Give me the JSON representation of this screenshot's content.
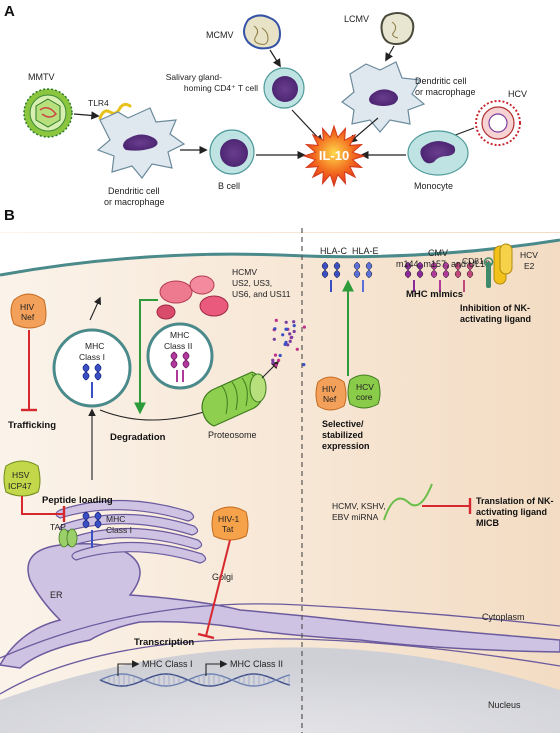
{
  "panel_a": {
    "label": "A",
    "viruses": {
      "mmtv": "MMTV",
      "mcmv": "MCMV",
      "lcmv": "LCMV",
      "hcv": "HCV"
    },
    "tlr4": "TLR4",
    "cells": {
      "dc_left_1": "Dendritic cell",
      "dc_left_2": "or macrophage",
      "b_cell": "B cell",
      "salivary_1": "Salivary gland-",
      "salivary_2": "homing CD4⁺ T cell",
      "dc_right_1": "Dendritic cell",
      "dc_right_2": "or macrophage",
      "monocyte": "Monocyte"
    },
    "center": "IL-10"
  },
  "panel_b": {
    "label": "B",
    "hiv_nef_left": [
      "HIV",
      "Nef"
    ],
    "trafficking": "Trafficking",
    "mhc_class_i_vesicle": [
      "MHC",
      "Class I"
    ],
    "hcmv": [
      "HCMV",
      "US2, US3,",
      "US6, and US11"
    ],
    "mhc_class_ii_vesicle": [
      "MHC",
      "Class II"
    ],
    "degradation": "Degradation",
    "proteosome": "Proteosome",
    "golgi": "Golgi",
    "hsv": [
      "HSV",
      "ICP47"
    ],
    "peptide_loading": "Peptide loading",
    "tap": "TAP",
    "mhc_class_i_er": [
      "MHC",
      "Class I"
    ],
    "er": "ER",
    "hiv1_tat": [
      "HIV-1",
      "Tat"
    ],
    "transcription": "Transcription",
    "gene_1": "MHC Class I",
    "gene_2": "MHC Class II",
    "nucleus": "Nucleus",
    "cytoplasm": "Cytoplasm",
    "hla_c": "HLA-C",
    "hla_e": "HLA-E",
    "cmv": [
      "CMV",
      "m144, m157, and UL18"
    ],
    "mhc_mimics": "MHC mimics",
    "cd81": "CD81",
    "hcv_e2": [
      "HCV",
      "E2"
    ],
    "inhibition": [
      "Inhibition of NK-",
      "activating ligand"
    ],
    "hiv_nef_right": [
      "HIV",
      "Nef"
    ],
    "hcv_core": [
      "HCV",
      "core"
    ],
    "selective": [
      "Selective/",
      "stabilized",
      "expression"
    ],
    "mirna": [
      "HCMV, KSHV,",
      "EBV miRNA"
    ],
    "translation": [
      "Translation of NK-",
      "activating ligand",
      "MICB"
    ]
  }
}
